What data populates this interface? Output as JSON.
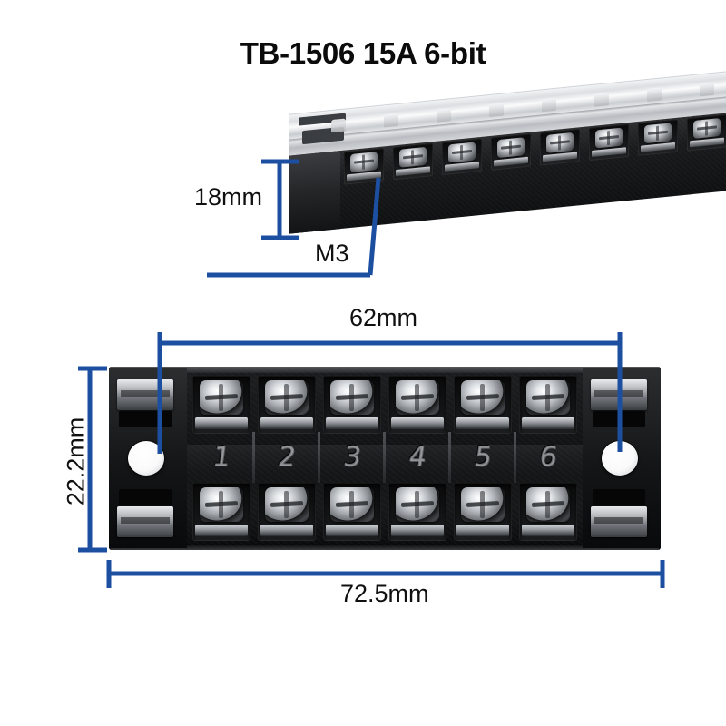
{
  "product": {
    "title": "TB-1506 15A 6-bit",
    "poles": 6,
    "pole_labels": [
      "1",
      "2",
      "3",
      "4",
      "5",
      "6"
    ]
  },
  "dimensions": {
    "height_side": "18mm",
    "screw_thread": "M3",
    "hole_spacing": "62mm",
    "body_height": "22.2mm",
    "body_width": "72.5mm"
  },
  "colors": {
    "dimension_line": "#1d4fa0",
    "text": "#101010",
    "background": "#ffffff",
    "body": "#151618"
  },
  "views": {
    "top_view_name": "angled-perspective-view",
    "bottom_view_name": "front-face-view"
  }
}
